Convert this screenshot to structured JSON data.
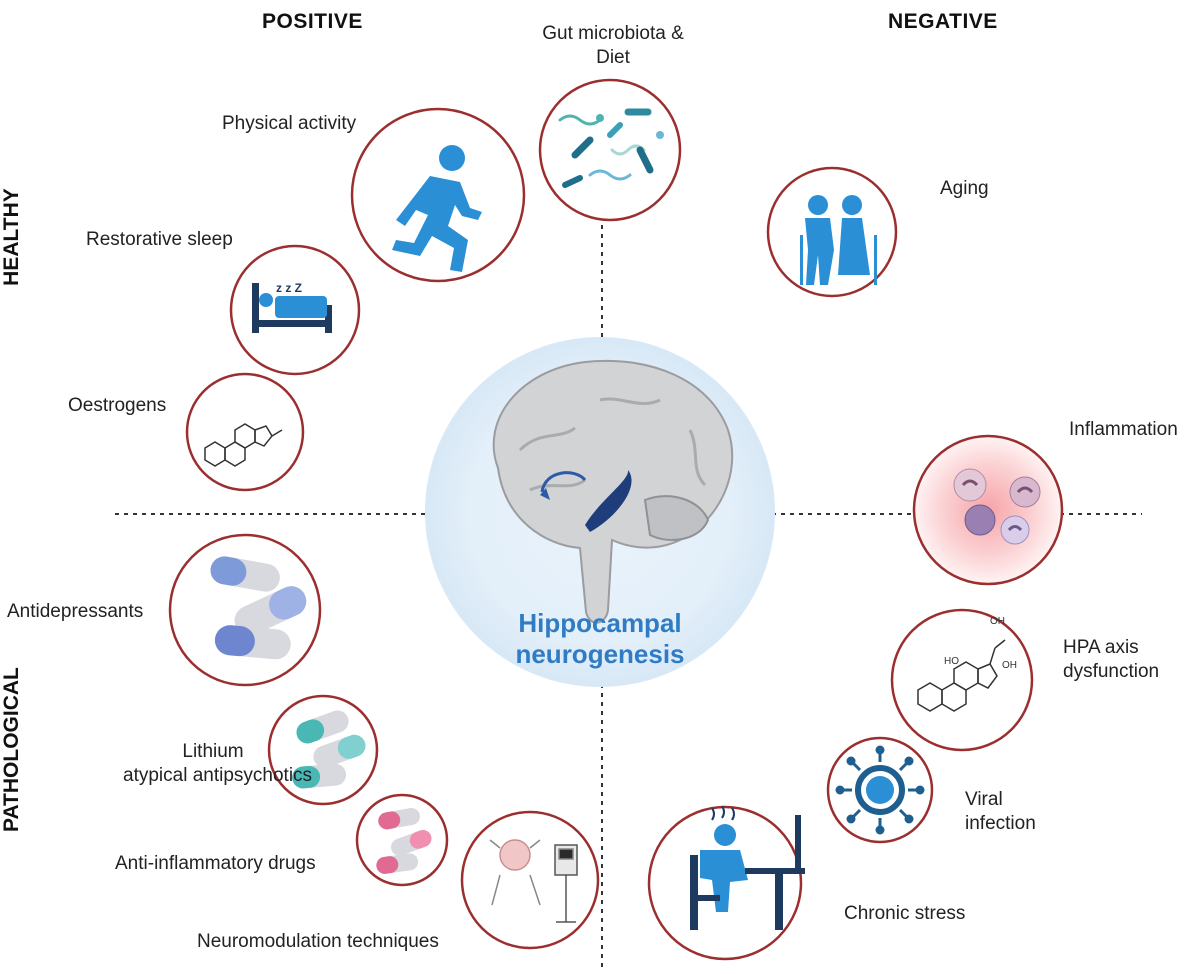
{
  "headers": {
    "positive": "POSITIVE",
    "negative": "NEGATIVE",
    "healthy": "HEALTHY",
    "pathological": "PATHOLOGICAL"
  },
  "center": {
    "line1": "Hippocampal",
    "line2": "neurogenesis"
  },
  "factors": {
    "gut": {
      "line1": "Gut microbiota &",
      "line2": "Diet"
    },
    "physical": "Physical activity",
    "sleep": "Restorative sleep",
    "oestrogens": "Oestrogens",
    "aging": "Aging",
    "inflammation": "Inflammation",
    "antidepressants": "Antidepressants",
    "lithium": {
      "line1": "Lithium",
      "line2": "atypical antipsychotics"
    },
    "antiinflammatory": "Anti-inflammatory drugs",
    "neuromodulation": "Neuromodulation techniques",
    "hpa": {
      "line1": "HPA axis",
      "line2": "dysfunction"
    },
    "viral": {
      "line1": "Viral",
      "line2": "infection"
    },
    "stress": "Chronic stress"
  },
  "colors": {
    "ring": "#9b2f2f",
    "icon_blue": "#2b8fd6",
    "title_blue": "#2f7bc4",
    "glow": "#dcebf8"
  }
}
